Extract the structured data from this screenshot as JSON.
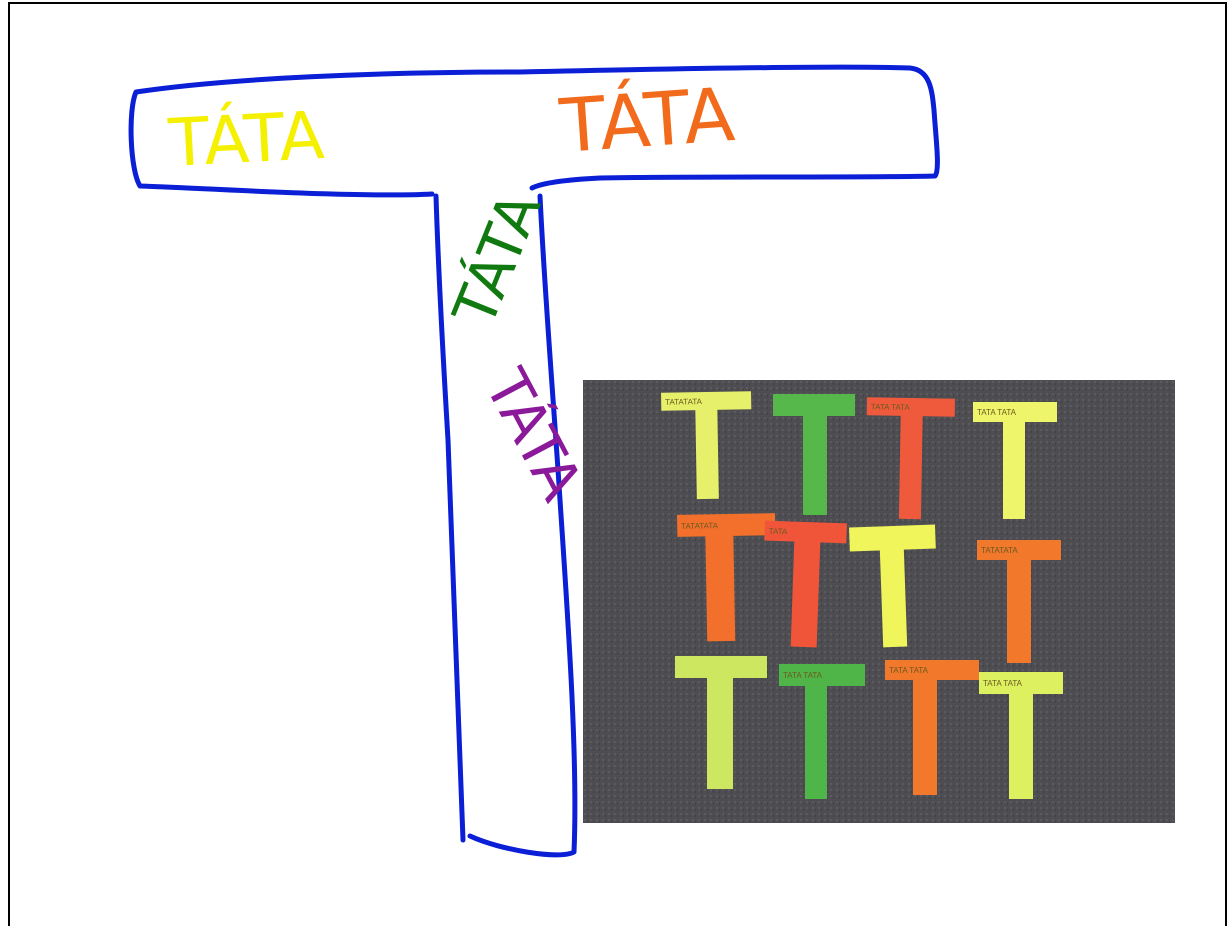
{
  "canvas": {
    "background": "#ffffff",
    "border_color": "#000000"
  },
  "drawing": {
    "outline_color": "#0a1fd6",
    "words": [
      {
        "text": "TÁTA",
        "color": "#f5f000"
      },
      {
        "text": "TÁTA",
        "color": "#f26a1b"
      },
      {
        "text": "TÁTA",
        "color": "#107a10"
      },
      {
        "text": "TÁTA",
        "color": "#8a1a9a"
      }
    ]
  },
  "photo": {
    "background": "#4d4d52",
    "letters": [
      {
        "color": "#e7f06a",
        "label": "TATATATA"
      },
      {
        "color": "#56b84a",
        "label": ""
      },
      {
        "color": "#f05a3c",
        "label": "TATA TATA"
      },
      {
        "color": "#eef56b",
        "label": "TATA TATA"
      },
      {
        "color": "#f2702b",
        "label": "TATATATA"
      },
      {
        "color": "#f0553a",
        "label": "TATA"
      },
      {
        "color": "#eff55a",
        "label": ""
      },
      {
        "color": "#f2782b",
        "label": "TATATATA"
      },
      {
        "color": "#cde860",
        "label": ""
      },
      {
        "color": "#4fb548",
        "label": "TATA TATA"
      },
      {
        "color": "#f2782b",
        "label": "TATA TATA"
      },
      {
        "color": "#dcf060",
        "label": "TATA TATA"
      }
    ]
  }
}
